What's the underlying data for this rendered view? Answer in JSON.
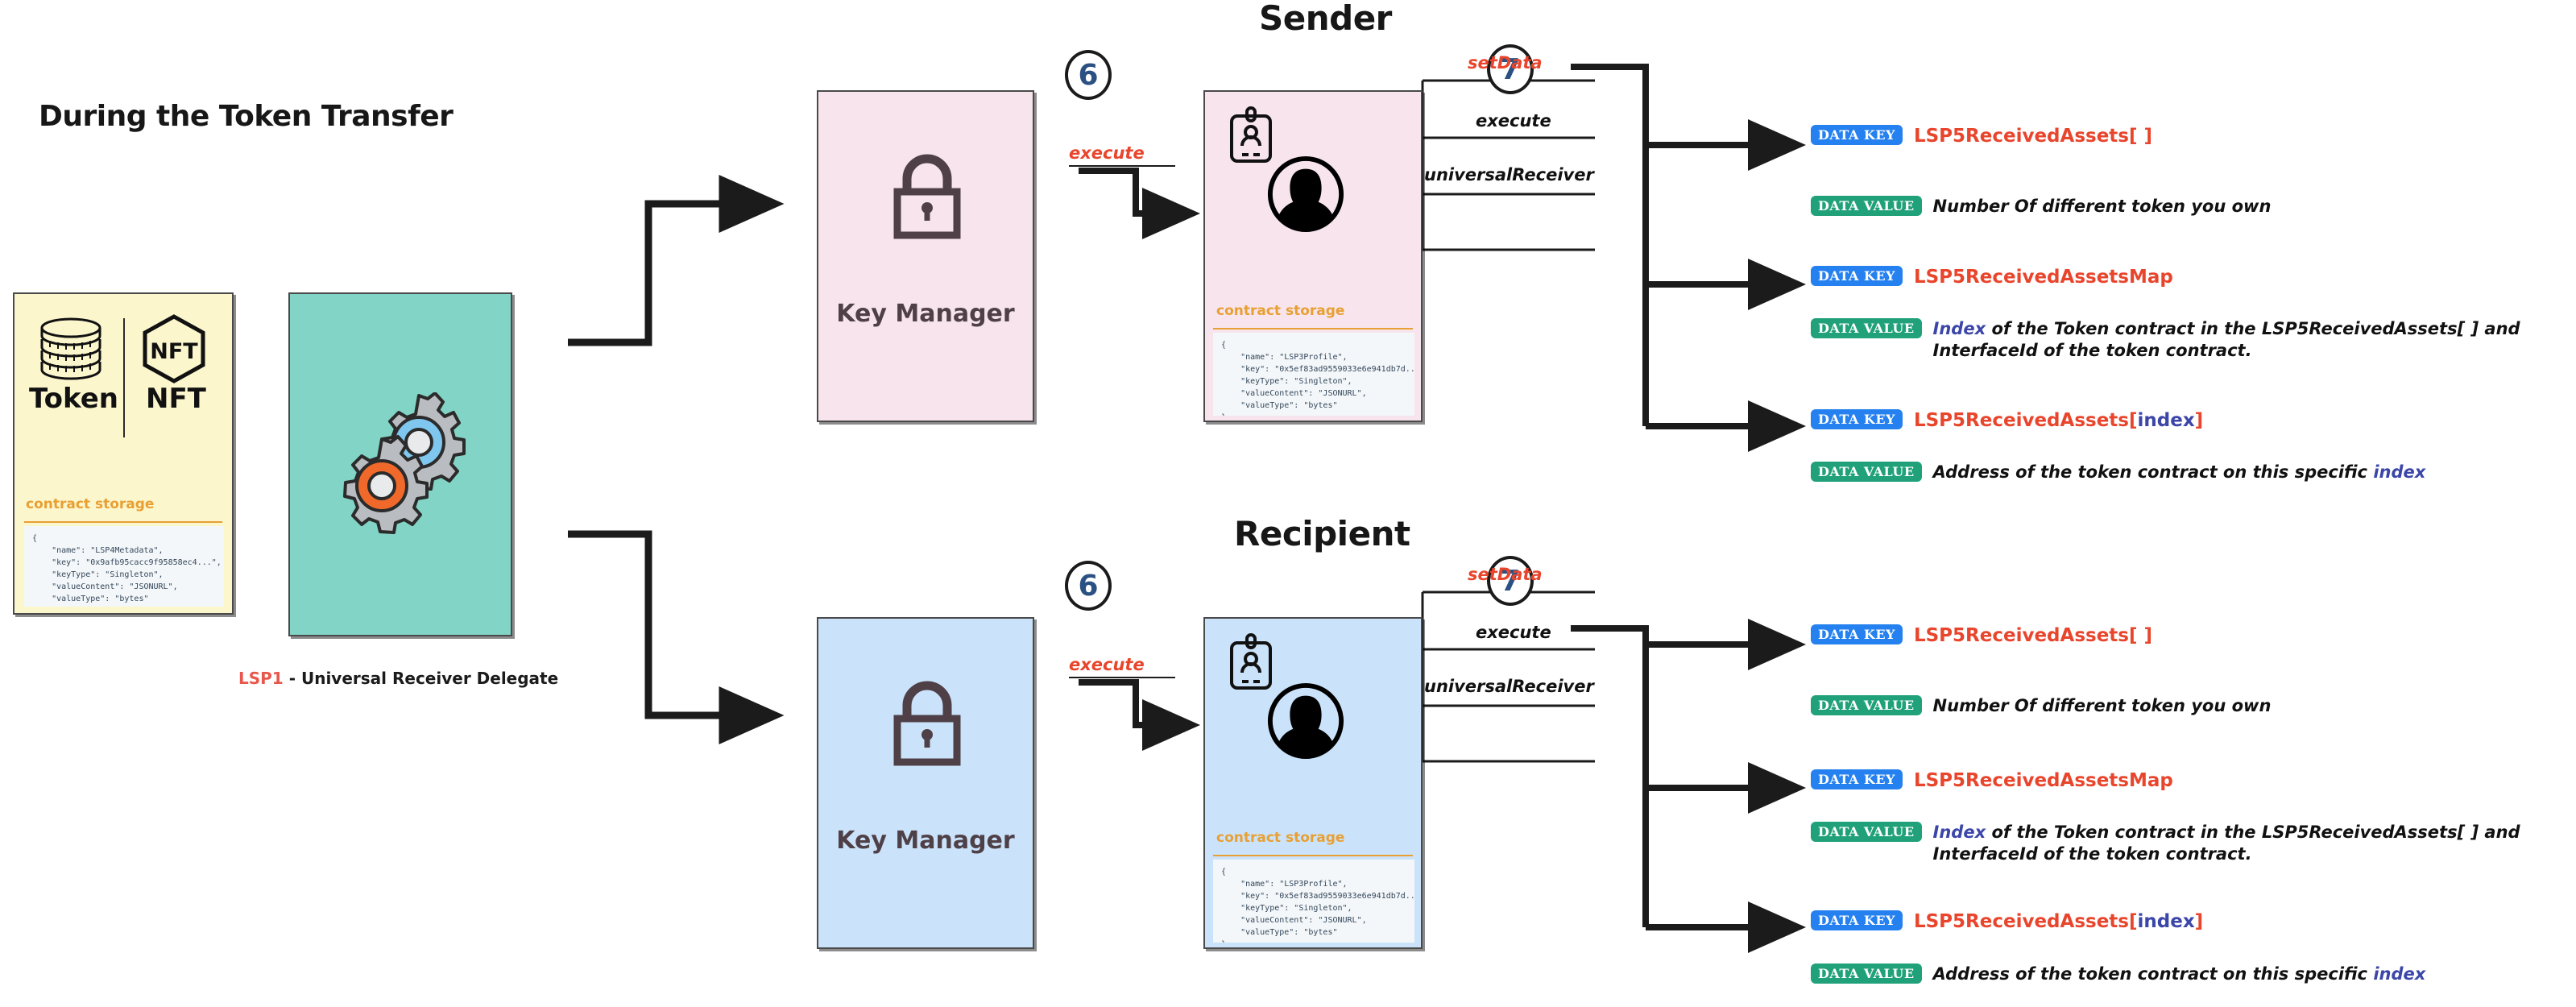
{
  "left": {
    "title": "During the Token Transfer",
    "token_label": "Token",
    "nft_label": "NFT",
    "nft_glyph": "NFT",
    "contract_storage_label": "contract storage",
    "token_json": "{\n    \"name\": \"LSP4Metadata\",\n    \"key\": \"0x9afb95cacc9f95858ec4...\",\n    \"keyType\": \"Singleton\",\n    \"valueContent\": \"JSONURL\",\n    \"valueType\": \"bytes\"\n}",
    "lsp1_tag": "LSP1",
    "lsp1_caption": " - Universal Receiver Delegate"
  },
  "sender": {
    "title": "Sender",
    "step_key_manager": "6",
    "step_storage": "7",
    "key_manager_label": "Key Manager",
    "execute_label": "execute",
    "contract_storage_label": "contract storage",
    "profile_json": "{\n    \"name\": \"LSP3Profile\",\n    \"key\": \"0x5ef83ad9559033e6e941db7d...\",\n    \"keyType\": \"Singleton\",\n    \"valueContent\": \"JSONURL\",\n    \"valueType\": \"bytes\"\n}",
    "methods": [
      {
        "name": "setData",
        "color": "red"
      },
      {
        "name": "execute",
        "color": "black"
      },
      {
        "name": "universalReceiver",
        "color": "black"
      }
    ],
    "rows": [
      {
        "badge": "Data Key",
        "kind": "key",
        "text": "LSP5ReceivedAssets[ ]"
      },
      {
        "badge": "Data Value",
        "kind": "value",
        "text": "Number Of different token you own"
      },
      {
        "badge": "Data Key",
        "kind": "key",
        "text": "LSP5ReceivedAssetsMap"
      },
      {
        "badge": "Data Value",
        "kind": "value",
        "text_pre": "Index",
        "text": " of the Token contract in the LSP5ReceivedAssets[ ] and InterfaceId of the token contract."
      },
      {
        "badge": "Data Key",
        "kind": "key",
        "text": "LSP5ReceivedAssets[",
        "text_idx": "index",
        "text_post": "]"
      },
      {
        "badge": "Data Value",
        "kind": "value",
        "text": "Address of the token contract on this specific ",
        "text_post_em": "index"
      }
    ]
  },
  "recipient": {
    "title": "Recipient",
    "step_key_manager": "6",
    "step_storage": "7",
    "key_manager_label": "Key Manager",
    "execute_label": "execute",
    "contract_storage_label": "contract storage",
    "profile_json": "{\n    \"name\": \"LSP3Profile\",\n    \"key\": \"0x5ef83ad9559033e6e941db7d...\",\n    \"keyType\": \"Singleton\",\n    \"valueContent\": \"JSONURL\",\n    \"valueType\": \"bytes\"\n}",
    "methods": [
      {
        "name": "setData",
        "color": "red"
      },
      {
        "name": "execute",
        "color": "black"
      },
      {
        "name": "universalReceiver",
        "color": "black"
      }
    ],
    "rows": [
      {
        "badge": "Data Key",
        "kind": "key",
        "text": "LSP5ReceivedAssets[ ]"
      },
      {
        "badge": "Data Value",
        "kind": "value",
        "text": "Number Of different token you own"
      },
      {
        "badge": "Data Key",
        "kind": "key",
        "text": "LSP5ReceivedAssetsMap"
      },
      {
        "badge": "Data Value",
        "kind": "value",
        "text_pre": "Index",
        "text": " of the Token contract in the LSP5ReceivedAssets[ ] and InterfaceId of the token contract."
      },
      {
        "badge": "Data Key",
        "kind": "key",
        "text": "LSP5ReceivedAssets[",
        "text_idx": "index",
        "text_post": "]"
      },
      {
        "badge": "Data Value",
        "kind": "value",
        "text": "Address of the token contract on this specific ",
        "text_post_em": "index"
      }
    ]
  },
  "colors": {
    "pink": "#f7e4ec",
    "blue": "#cbe3fa",
    "teal": "#82d4c6",
    "yellow": "#fcf6cd",
    "badge_key": "#2481ef",
    "badge_value": "#21a179",
    "accent_red": "#e8452c",
    "accent_indigo": "#3b46a8",
    "storage_orange": "#e8a033",
    "step_navy": "#2b5183"
  }
}
